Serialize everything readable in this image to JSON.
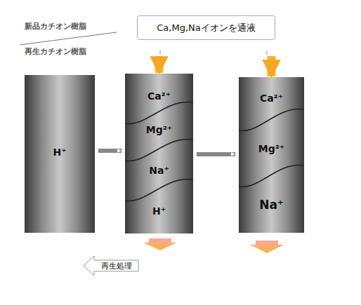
{
  "diagram": {
    "nodes": [
      {
        "text": [
          "Ca,Mg,Naイオンを通液"
        ]
      },
      {
        "text": [
          "H⁺"
        ]
      },
      {
        "text": [
          "Ca²⁺",
          "Mg²⁺",
          "Na⁺",
          "H⁺"
        ]
      },
      {
        "text": [
          "Ca²⁺",
          "Mg²⁺",
          "Na⁺"
        ]
      },
      {
        "text": [
          "再生処理"
        ]
      }
    ],
    "edges": [
      {
        "from": 1,
        "to": 2,
        "arrow": "to"
      },
      {
        "from": 2,
        "to": 3,
        "arrow": "to"
      },
      {
        "from": 0,
        "to": 2,
        "arrow": "to"
      },
      {
        "from": 0,
        "to": 3,
        "arrow": "to"
      }
    ],
    "labels": [
      "新品カチオン樹脂",
      "再生カチオン樹脂"
    ]
  }
}
